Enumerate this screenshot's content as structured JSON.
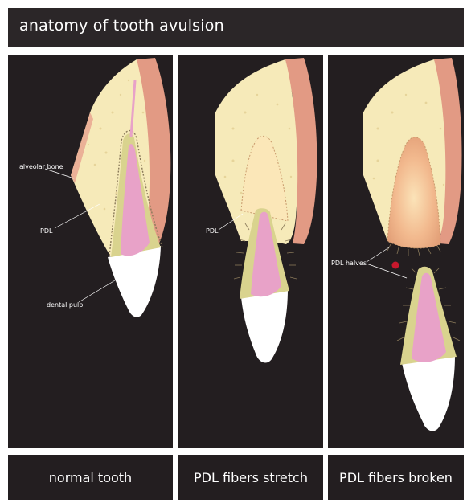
{
  "title": "anatomy of tooth avulsion",
  "panels": [
    {
      "caption": "normal tooth",
      "labels": {
        "alveolar_bone": "alveolar bone",
        "pdl": "PDL",
        "dental_pulp": "dental pulp"
      }
    },
    {
      "caption": "PDL fibers stretch",
      "labels": {
        "pdl": "PDL"
      }
    },
    {
      "caption": "PDL fibers broken",
      "labels": {
        "pdl_halves": "PDL halves"
      }
    }
  ],
  "colors": {
    "background": "#231e20",
    "header": "#2b2628",
    "bone": "#f6eab9",
    "gum": "#e29a84",
    "pulp": "#e8a2c8",
    "dentin": "#d9d38e",
    "enamel": "#ffffff",
    "pdl_fibers": "#8a7a5a"
  }
}
